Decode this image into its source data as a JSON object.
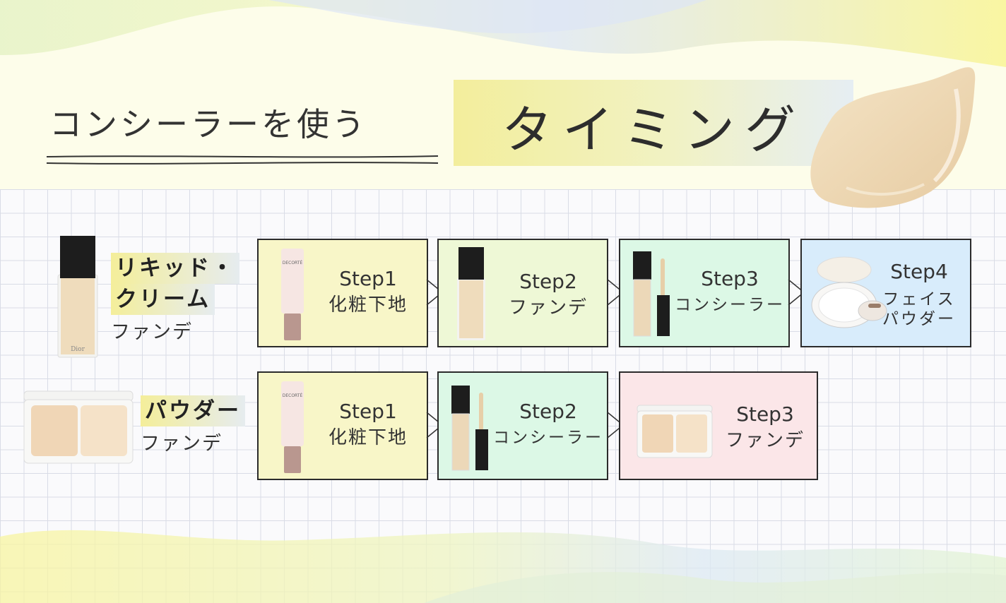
{
  "title": {
    "left": "コンシーラーを使う",
    "right": "タイミング"
  },
  "colors": {
    "yellow": "#f8f6c8",
    "green": "#dcf8e6",
    "blue": "#d8ecfb",
    "pink": "#fbe6e8",
    "border": "#2b2b2b"
  },
  "rows": [
    {
      "label": [
        "リキッド・",
        "クリーム"
      ],
      "sub": "ファンデ",
      "steps": [
        {
          "step": "Step1",
          "label": [
            "化粧下地"
          ]
        },
        {
          "step": "Step2",
          "label": [
            "ファンデ"
          ]
        },
        {
          "step": "Step3",
          "label": [
            "コンシーラー"
          ]
        },
        {
          "step": "Step4",
          "label": [
            "フェイス",
            "パウダー"
          ]
        }
      ]
    },
    {
      "label": [
        "パウダー"
      ],
      "sub": "ファンデ",
      "steps": [
        {
          "step": "Step1",
          "label": [
            "化粧下地"
          ]
        },
        {
          "step": "Step2",
          "label": [
            "コンシーラー"
          ]
        },
        {
          "step": "Step3",
          "label": [
            "ファンデ"
          ]
        }
      ]
    }
  ],
  "icons": [
    "foundation-bottle-icon",
    "powder-compact-icon",
    "primer-tube-icon",
    "concealer-wand-icon",
    "face-powder-icon",
    "cream-swatch-icon",
    "chevron-right-icon"
  ]
}
